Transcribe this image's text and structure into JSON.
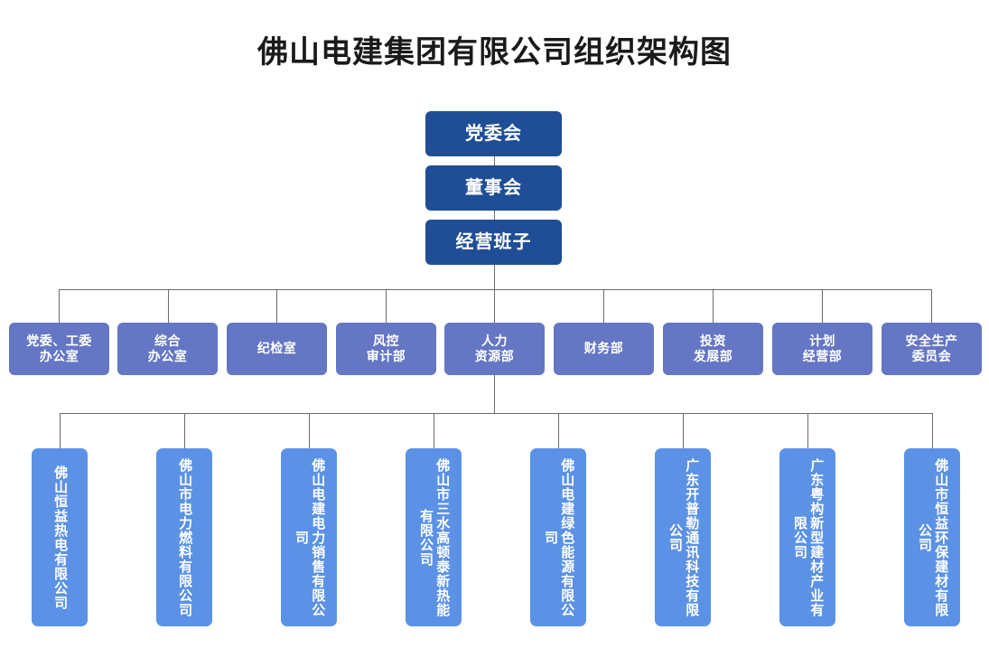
{
  "title": "佛山电建集团有限公司组织架构图",
  "colors": {
    "top_level": "#1F4E96",
    "department_level": "#6476C4",
    "subsidiary_level": "#5B92E5",
    "connector": "#6b6b6b",
    "background": "#ffffff",
    "title_text": "#1a1a1a",
    "node_text": "#ffffff"
  },
  "top_level": [
    {
      "label": "党委会"
    },
    {
      "label": "董事会"
    },
    {
      "label": "经营班子"
    }
  ],
  "departments": [
    {
      "label": "党委、工委\n办公室"
    },
    {
      "label": "综合\n办公室"
    },
    {
      "label": "纪检室"
    },
    {
      "label": "风控\n审计部"
    },
    {
      "label": "人力\n资源部"
    },
    {
      "label": "财务部"
    },
    {
      "label": "投资\n发展部"
    },
    {
      "label": "计划\n经营部"
    },
    {
      "label": "安全生产\n委员会"
    }
  ],
  "subsidiaries": [
    {
      "label": "佛山恒益热电有限公司"
    },
    {
      "label": "佛山市电力燃料有限公司"
    },
    {
      "label": "佛山电建电力销售有限公司"
    },
    {
      "label": "佛山市三水高顿泰新热能有限公司"
    },
    {
      "label": "佛山电建绿色能源有限公司"
    },
    {
      "label": "广东开普勒通讯科技有限公司"
    },
    {
      "label": "广东粤构新型建材产业有限公司"
    },
    {
      "label": "佛山市恒益环保建材有限公司"
    }
  ]
}
